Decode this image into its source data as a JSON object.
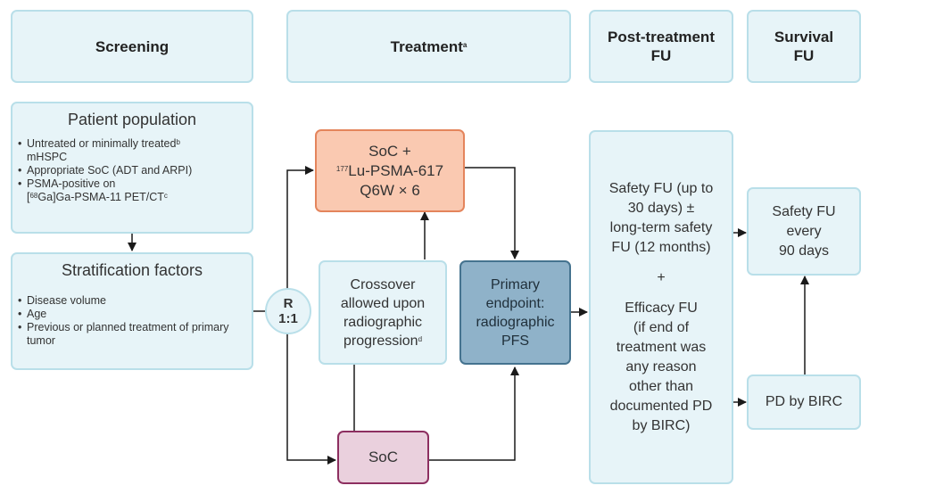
{
  "phases": {
    "screening": "Screening",
    "treatment": "Treatment",
    "treatment_sup": "a",
    "post_treatment_line1": "Post-treatment",
    "post_treatment_line2": "FU",
    "survival_line1": "Survival",
    "survival_line2": "FU"
  },
  "patient_population": {
    "title": "Patient population",
    "bullet1_text": "Untreated or minimally treated",
    "bullet1_sup": "b",
    "bullet1_cont": "mHSPC",
    "bullet2": "Appropriate SoC (ADT and ARPI)",
    "bullet3_line1": "PSMA-positive on",
    "bullet3_pre": "[",
    "bullet3_sup": "68",
    "bullet3_text": "Ga]Ga-PSMA-11 PET/CT",
    "bullet3_sup2": "c"
  },
  "stratification": {
    "title": "Stratification factors",
    "bullets": [
      "Disease volume",
      "Age",
      "Previous or planned treatment of primary tumor"
    ]
  },
  "randomization": {
    "line1": "R",
    "line2": "1:1"
  },
  "lu_arm": {
    "line1": "SoC +",
    "line2_sup": "177",
    "line2_text": "Lu-PSMA-617",
    "line3": "Q6W × 6"
  },
  "crossover": {
    "line1": "Crossover",
    "line2": "allowed upon",
    "line3": "radiographic",
    "line4_text": "progression",
    "line4_sup": "d"
  },
  "primary_endpoint": {
    "line1": "Primary",
    "line2": "endpoint:",
    "line3": "radiographic",
    "line4": "PFS"
  },
  "soc_arm": {
    "label": "SoC"
  },
  "post_treatment_box": {
    "lines_top": [
      "Safety FU (up to",
      "30 days) ±",
      "long-term safety",
      "FU (12 months)"
    ],
    "plus": "+",
    "lines_bottom": [
      "Efficacy FU",
      "(if end of",
      "treatment was",
      "any reason",
      "other than",
      "documented PD",
      "by BIRC)"
    ]
  },
  "survival_safety": {
    "lines": [
      "Safety FU",
      "every",
      "90 days"
    ]
  },
  "pd_birc": {
    "label": "PD by BIRC"
  },
  "colors": {
    "box_fill": "#e7f4f8",
    "box_border": "#b9dfe9",
    "lu_fill": "#fac9b1",
    "lu_border": "#e4855c",
    "primary_fill": "#8fb2c9",
    "primary_border": "#45738f",
    "soc_fill": "#ead0dd",
    "soc_border": "#8d2f60",
    "arrow": "#1a1a1a"
  }
}
